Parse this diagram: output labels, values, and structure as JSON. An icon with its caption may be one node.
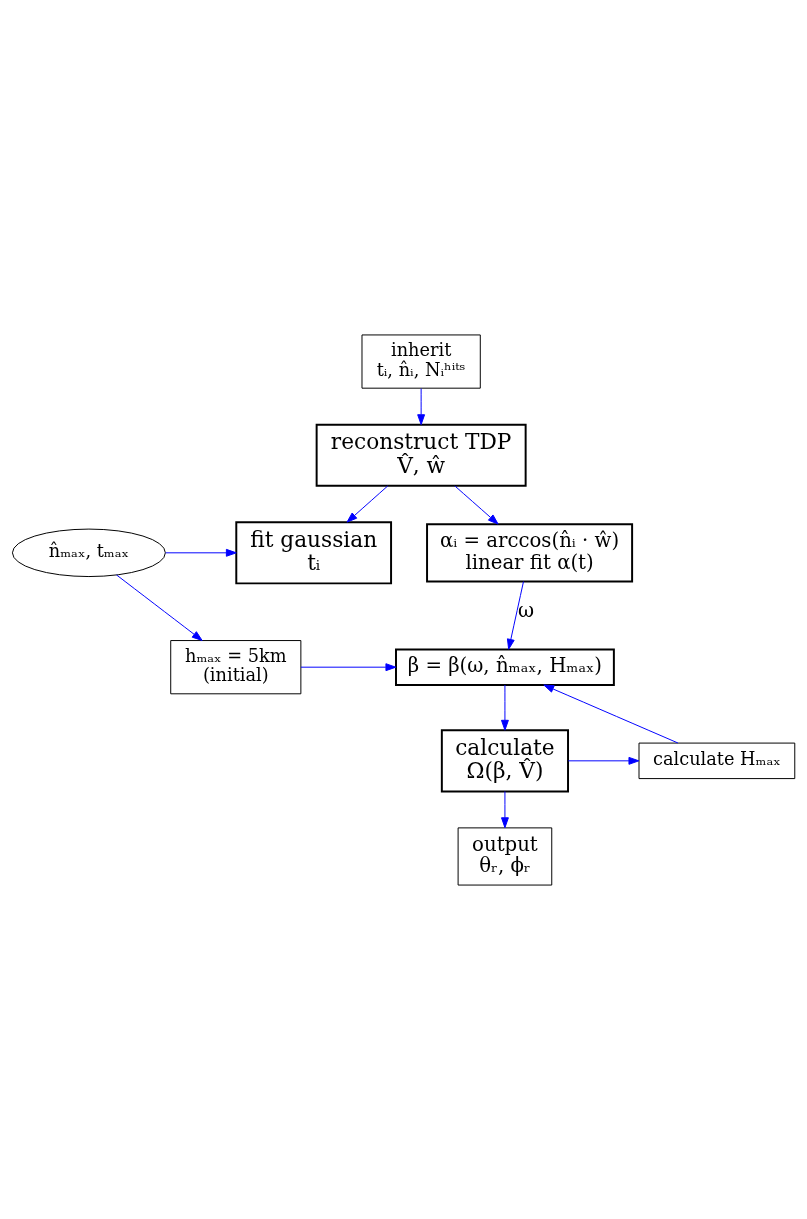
{
  "diagram": {
    "nodes": [
      {
        "text": [
          "inherit",
          "tᵢ, n̂ᵢ, Nᵢʰⁱᵗˢ"
        ]
      },
      {
        "text": [
          "reconstruct TDP",
          "V̂, ŵ"
        ]
      },
      {
        "text": [
          "αᵢ = arccos(n̂ᵢ · ŵ)",
          "linear fit α(t)"
        ]
      },
      {
        "text": [
          "fit gaussian",
          "tᵢ"
        ]
      },
      {
        "text": [
          "n̂ₘₐₓ, tₘₐₓ"
        ]
      },
      {
        "text": [
          "hₘₐₓ = 5km",
          "(initial)"
        ]
      },
      {
        "text": [
          "β = β(ω, n̂ₘₐₓ, Hₘₐₓ)"
        ]
      },
      {
        "text": [
          "calculate",
          "Ω(β, V̂)"
        ]
      },
      {
        "text": [
          "calculate Hₘₐₓ"
        ]
      },
      {
        "text": [
          "output",
          "θᵣ, ϕᵣ"
        ]
      }
    ],
    "edges": [
      {
        "from": 0,
        "to": 1,
        "arrow": "to"
      },
      {
        "from": 1,
        "to": 2,
        "arrow": "to"
      },
      {
        "from": 1,
        "to": 3,
        "arrow": "to"
      },
      {
        "from": 4,
        "to": 3,
        "arrow": "to"
      },
      {
        "from": 4,
        "to": 5,
        "arrow": "to"
      },
      {
        "from": 2,
        "to": 6,
        "arrow": "to",
        "label": "ω"
      },
      {
        "from": 5,
        "to": 6,
        "arrow": "to"
      },
      {
        "from": 6,
        "to": 7,
        "arrow": "to"
      },
      {
        "from": 7,
        "to": 8,
        "arrow": "to"
      },
      {
        "from": 8,
        "to": 6,
        "arrow": "to"
      },
      {
        "from": 7,
        "to": 9,
        "arrow": "to"
      }
    ]
  }
}
